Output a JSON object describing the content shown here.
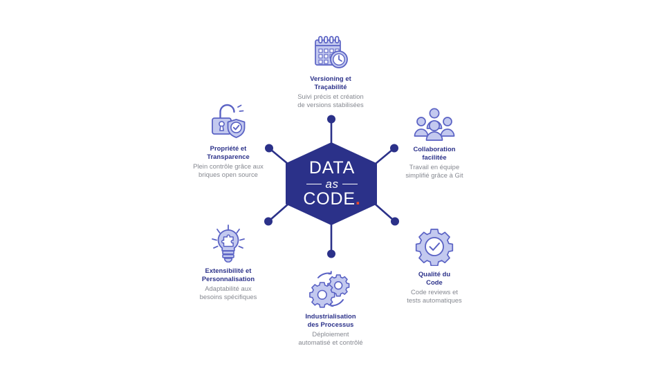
{
  "colors": {
    "hexagon_fill": "#2b3189",
    "node_title": "#2b3189",
    "node_desc": "#84878f",
    "icon_fill": "#c3c9ef",
    "icon_stroke": "#5a62c4",
    "accent_dot": "#e8492b",
    "background": "#ffffff"
  },
  "center": {
    "line1": "DATA",
    "line2": "as",
    "line3": "CODE",
    "accent": "."
  },
  "nodes": [
    {
      "id": "versioning",
      "icon": "calendar-clock-icon",
      "title_lines": [
        "Versioning et",
        "Traçabilité"
      ],
      "desc_lines": [
        "Suivi précis et création",
        "de versions stabilisées"
      ]
    },
    {
      "id": "collaboration",
      "icon": "team-people-icon",
      "title_lines": [
        "Collaboration",
        "facilitée"
      ],
      "desc_lines": [
        "Travail en équipe",
        "simplifié grâce à Git"
      ]
    },
    {
      "id": "qualite",
      "icon": "gear-check-icon",
      "title_lines": [
        "Qualité du",
        "Code"
      ],
      "desc_lines": [
        "Code reviews et",
        "tests automatiques"
      ]
    },
    {
      "id": "industrialisation",
      "icon": "gears-cycle-icon",
      "title_lines": [
        "Industrialisation",
        "des Processus"
      ],
      "desc_lines": [
        "Déploiement",
        "automatisé et contrôlé"
      ]
    },
    {
      "id": "extensibilite",
      "icon": "lightbulb-puzzle-icon",
      "title_lines": [
        "Extensibilité et",
        "Personnalisation"
      ],
      "desc_lines": [
        "Adaptabilité aux",
        "besoins spécifiques"
      ]
    },
    {
      "id": "propriete",
      "icon": "open-padlock-shield-icon",
      "title_lines": [
        "Propriété et",
        "Transparence"
      ],
      "desc_lines": [
        "Plein contrôle grâce aux",
        "briques open source"
      ]
    }
  ]
}
